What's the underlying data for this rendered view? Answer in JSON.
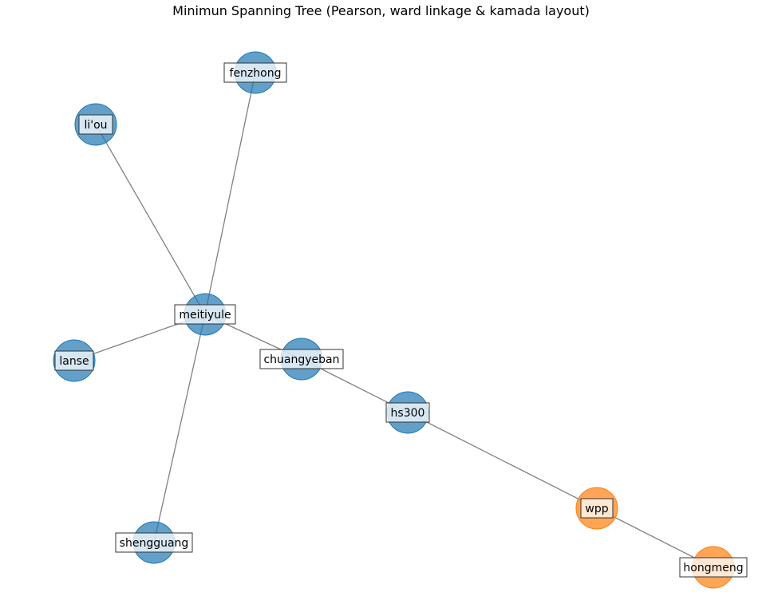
{
  "title": "Minimun Spanning Tree (Pearson, ward linkage & kamada layout)",
  "colors": {
    "cluster_blue": "#1f77b4",
    "cluster_orange": "#ff7f0e",
    "edge": "#808080",
    "label_box_border": "#333333"
  },
  "nodes": [
    {
      "id": "fenzhong",
      "label": "fenzhong",
      "cluster": "blue"
    },
    {
      "id": "liou",
      "label": "li'ou",
      "cluster": "blue"
    },
    {
      "id": "meitiyule",
      "label": "meitiyule",
      "cluster": "blue"
    },
    {
      "id": "lanse",
      "label": "lanse",
      "cluster": "blue"
    },
    {
      "id": "chuangyeban",
      "label": "chuangyeban",
      "cluster": "blue"
    },
    {
      "id": "hs300",
      "label": "hs300",
      "cluster": "blue"
    },
    {
      "id": "shengguang",
      "label": "shengguang",
      "cluster": "blue"
    },
    {
      "id": "wpp",
      "label": "wpp",
      "cluster": "orange"
    },
    {
      "id": "hongmeng",
      "label": "hongmeng",
      "cluster": "orange"
    }
  ],
  "edges": [
    [
      "meitiyule",
      "fenzhong"
    ],
    [
      "meitiyule",
      "liou"
    ],
    [
      "meitiyule",
      "lanse"
    ],
    [
      "meitiyule",
      "shengguang"
    ],
    [
      "meitiyule",
      "chuangyeban"
    ],
    [
      "chuangyeban",
      "hs300"
    ],
    [
      "hs300",
      "wpp"
    ],
    [
      "wpp",
      "hongmeng"
    ]
  ]
}
